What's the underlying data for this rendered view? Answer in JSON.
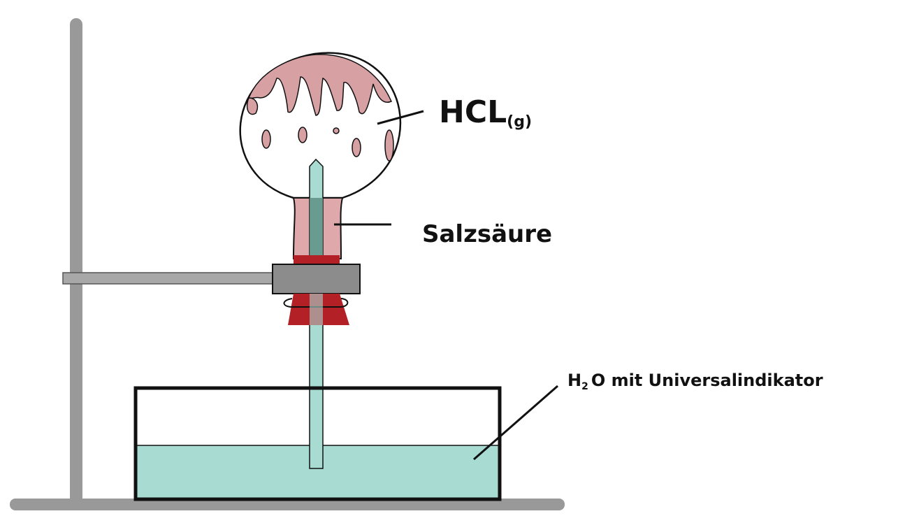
{
  "labels": {
    "gas": {
      "main": "HCL",
      "sub": "(g)"
    },
    "acid": "Salzsäure",
    "water": {
      "h": "H",
      "sub": "2",
      "rest": "O mit Universalindikator"
    }
  },
  "colors": {
    "stand": "#999999",
    "clamp": "#8c8c8c",
    "clamp_arm": "#a8a8a8",
    "stopper": "#b32025",
    "flask_fill": "#d7a0a3",
    "flask_neck_fill": "#dfa9ab",
    "tube": "#a8dcd3",
    "tube_dark": "#5f8f85",
    "water": "#a8dcd3",
    "outline": "#111111"
  }
}
